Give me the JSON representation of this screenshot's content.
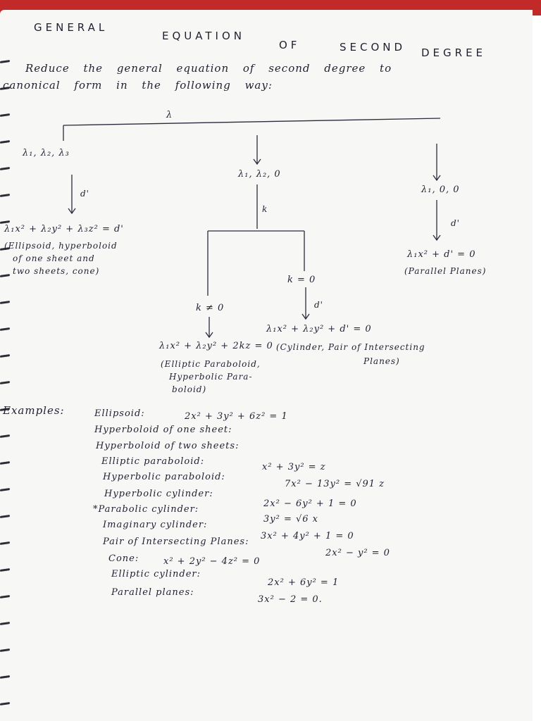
{
  "title": {
    "w1": "GENERAL",
    "w2": "EQUATION",
    "w3": "OF",
    "w4": "SECOND",
    "w5": "DEGREE"
  },
  "intro": {
    "line1": "Reduce the general equation of second degree to",
    "line2": "canonical form in the following way:"
  },
  "tree": {
    "root": "λ",
    "left": {
      "node": "λ₁, λ₂, λ₃",
      "edge": "d'",
      "result": "λ₁x² + λ₂y² + λ₃z² = d'",
      "note1": "(Ellipsoid, hyperboloid",
      "note2": "of one sheet and",
      "note3": "two sheets, cone)"
    },
    "middle": {
      "node": "λ₁, λ₂, 0",
      "edge": "k",
      "k_nonzero": "k ≠ 0",
      "k_nonzero_result": "λ₁x² + λ₂y² + 2kz = 0",
      "k_nonzero_note1": "(Elliptic Paraboloid,",
      "k_nonzero_note2": "Hyperbolic Para-",
      "k_nonzero_note3": "boloid)",
      "k_zero": "k = 0",
      "k_zero_edge": "d'",
      "k_zero_result": "λ₁x² + λ₂y² + d' = 0",
      "k_zero_note1": "(Cylinder, Pair of Intersecting",
      "k_zero_note2": "Planes)"
    },
    "right": {
      "node": "λ₁, 0, 0",
      "edge": "d'",
      "result": "λ₁x² + d' = 0",
      "note": "(Parallel Planes)"
    }
  },
  "examples": {
    "heading": "Examples:",
    "items": [
      {
        "name": "Ellipsoid:",
        "eq": "2x² + 3y² + 6z² = 1"
      },
      {
        "name": "Hyperboloid of one sheet:",
        "eq": ""
      },
      {
        "name": "Hyperboloid of two sheets:",
        "eq": ""
      },
      {
        "name": "Elliptic paraboloid:",
        "eq": "x² + 3y² = z"
      },
      {
        "name": "Hyperbolic paraboloid:",
        "eq": "7x² − 13y² = √91 z"
      },
      {
        "name": "Hyperbolic cylinder:",
        "eq": "2x² − 6y² + 1 = 0"
      },
      {
        "name": "*Parabolic cylinder:",
        "eq": "3y² = √6 x"
      },
      {
        "name": "Imaginary cylinder:",
        "eq": "3x² + 4y² + 1 = 0"
      },
      {
        "name": "Pair of Intersecting Planes:",
        "eq": "2x² − y² = 0"
      },
      {
        "name": "Cone:",
        "eq": "x² + 2y² − 4z² = 0"
      },
      {
        "name": "Elliptic cylinder:",
        "eq": "2x² + 6y² = 1"
      },
      {
        "name": "Parallel planes:",
        "eq": "3x² − 2 = 0."
      }
    ]
  }
}
